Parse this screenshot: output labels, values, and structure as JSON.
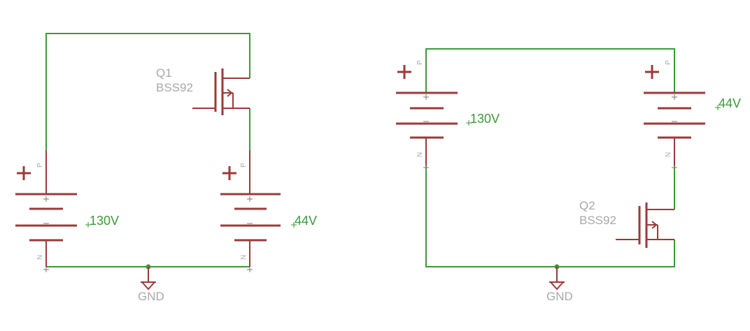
{
  "circuit_left": {
    "transistor": {
      "name": "Q1",
      "part": "BSS92"
    },
    "battery_left": {
      "value": "130V",
      "pin_positive": "P",
      "pin_negative": "N"
    },
    "battery_right": {
      "value": "44V",
      "pin_positive": "P",
      "pin_negative": "N"
    },
    "ground": {
      "label": "GND"
    }
  },
  "circuit_right": {
    "transistor": {
      "name": "Q2",
      "part": "BSS92"
    },
    "battery_left": {
      "value": "130V",
      "pin_positive": "P",
      "pin_negative": "N"
    },
    "battery_right": {
      "value": "44V",
      "pin_positive": "P",
      "pin_negative": "N"
    },
    "ground": {
      "label": "GND"
    }
  },
  "colors": {
    "wire": "#3a9a3a",
    "component": "#9b3a3a",
    "label": "#a8a8a8"
  }
}
